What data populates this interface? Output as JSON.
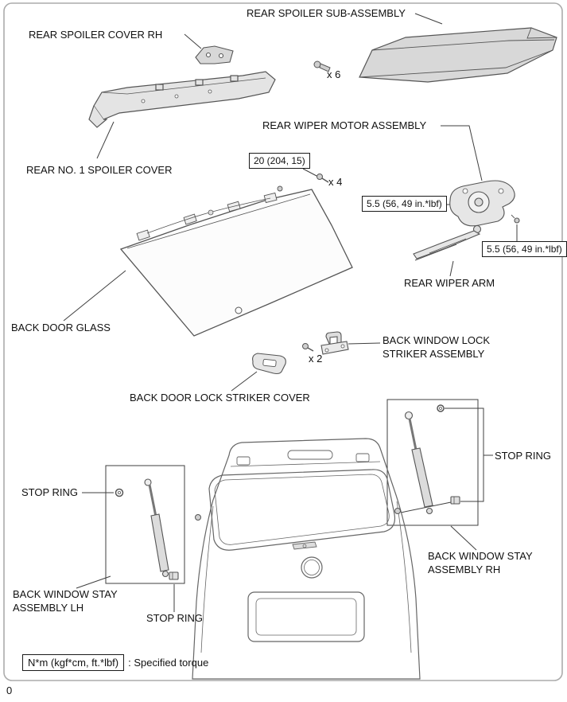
{
  "page": {
    "number": "0"
  },
  "legend": {
    "symbol": "N*m (kgf*cm, ft.*lbf)",
    "description": ": Specified torque"
  },
  "callouts": {
    "rear_spoiler_sub_assembly": "REAR SPOILER SUB-ASSEMBLY",
    "rear_spoiler_cover_rh": "REAR SPOILER COVER RH",
    "rear_no1_spoiler_cover": "REAR NO. 1 SPOILER COVER",
    "rear_wiper_motor_assembly": "REAR WIPER MOTOR ASSEMBLY",
    "rear_wiper_arm": "REAR WIPER ARM",
    "back_door_glass": "BACK DOOR GLASS",
    "back_window_lock_striker": {
      "line1": "BACK WINDOW LOCK",
      "line2": "STRIKER ASSEMBLY"
    },
    "back_door_lock_striker_cover": "BACK DOOR LOCK STRIKER COVER",
    "stop_ring_left": "STOP RING",
    "stop_ring_right": "STOP RING",
    "stop_ring_bottom": "STOP RING",
    "back_window_stay_lh": {
      "line1": "BACK WINDOW STAY",
      "line2": "ASSEMBLY LH"
    },
    "back_window_stay_rh": {
      "line1": "BACK WINDOW STAY",
      "line2": "ASSEMBLY RH"
    }
  },
  "torque_specs": {
    "spoiler_bolts": "20 (204, 15)",
    "wiper_motor": "5.5 (56, 49 in.*lbf)",
    "wiper_arm": "5.5 (56, 49 in.*lbf)"
  },
  "quantities": {
    "spoiler_sub_assembly_bolts": "x 6",
    "glass_bolts": "x 4",
    "striker_bolts": "x 2"
  }
}
